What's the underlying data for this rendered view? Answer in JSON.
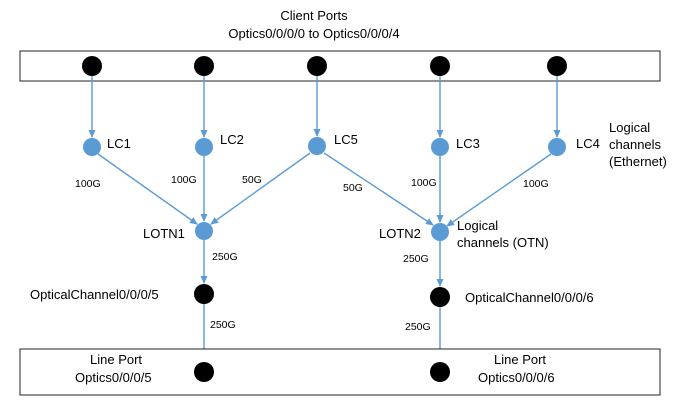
{
  "client_ports": {
    "title": "Client Ports",
    "subtitle": "Optics0/0/0/0 to Optics0/0/0/4"
  },
  "logical_channels_ethernet": {
    "line1": "Logical",
    "line2": "channels",
    "line3": "(Ethernet)"
  },
  "logical_channels_otn": {
    "line1": "Logical",
    "line2": "channels (OTN)"
  },
  "lc_nodes": {
    "lc1": "LC1",
    "lc2": "LC2",
    "lc5": "LC5",
    "lc3": "LC3",
    "lc4": "LC4"
  },
  "lotn_nodes": {
    "lotn1": "LOTN1",
    "lotn2": "LOTN2"
  },
  "optical_channels": {
    "oc5": "OpticalChannel0/0/0/5",
    "oc6": "OpticalChannel0/0/0/6"
  },
  "line_ports": {
    "left": {
      "title": "Line Port",
      "name": "Optics0/0/0/5"
    },
    "right": {
      "title": "Line Port",
      "name": "Optics0/0/0/6"
    }
  },
  "rates": {
    "lc1_lotn1": "100G",
    "lc2_lotn1": "100G",
    "lc5_lotn1": "50G",
    "lc5_lotn2": "50G",
    "lc3_lotn2": "100G",
    "lc4_lotn2": "100G",
    "lotn1_oc5": "250G",
    "lotn2_oc6": "250G",
    "oc5_line": "250G",
    "oc6_line": "250G"
  },
  "colors": {
    "logical_node": "#5b9bd5",
    "port_node": "#000000",
    "arrow": "#5b9bd5"
  }
}
